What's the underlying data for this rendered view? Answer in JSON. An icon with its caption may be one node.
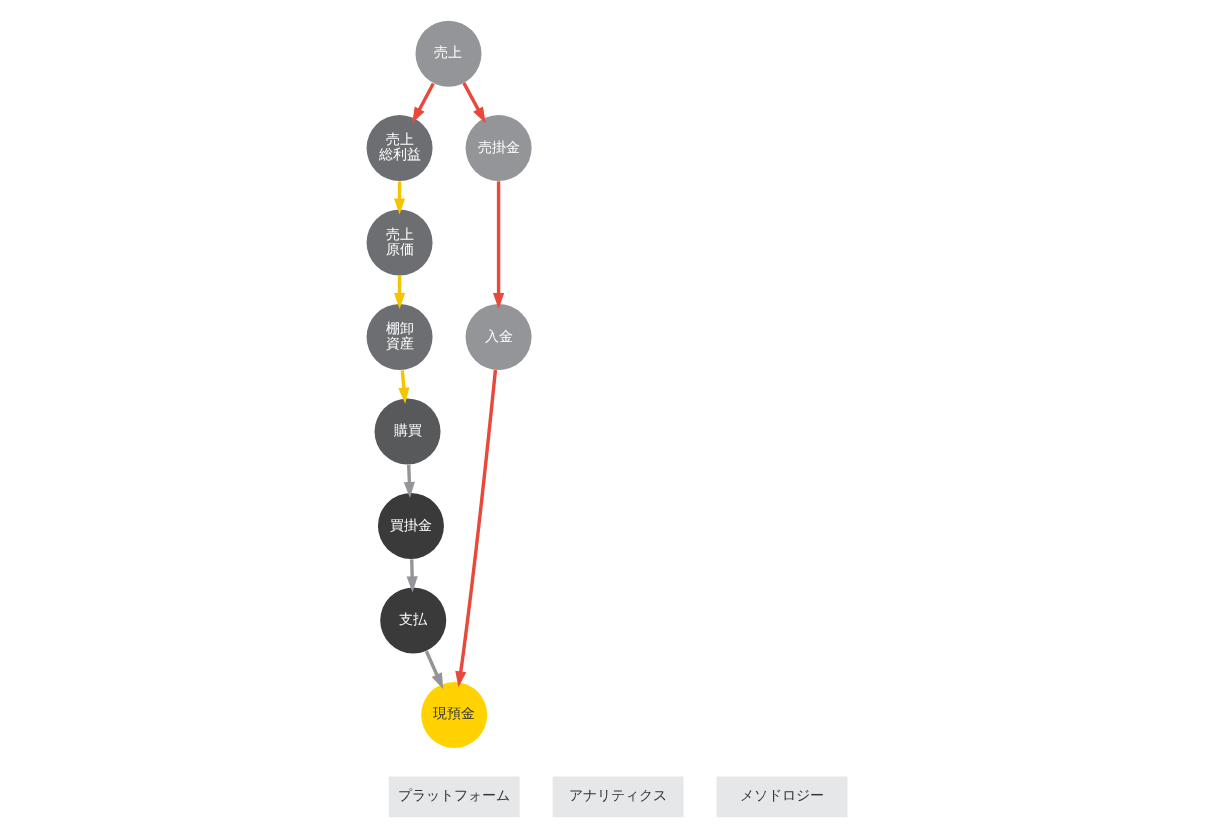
{
  "diagram": {
    "nodes": [
      {
        "text": [
          "売上"
        ]
      },
      {
        "text": [
          "売上総利益"
        ]
      },
      {
        "text": [
          "売掛金"
        ]
      },
      {
        "text": [
          "入金"
        ]
      },
      {
        "text": [
          "売上原価"
        ]
      },
      {
        "text": [
          "棚卸資産"
        ]
      },
      {
        "text": [
          "購買"
        ]
      },
      {
        "text": [
          "買掛金"
        ]
      },
      {
        "text": [
          "支払"
        ]
      },
      {
        "text": [
          "現預金"
        ]
      },
      {
        "text": [
          "プラットフォーム"
        ]
      },
      {
        "text": [
          "アナリティクス"
        ]
      },
      {
        "text": [
          "メソドロジー"
        ]
      }
    ],
    "edges": [
      {
        "from": 0,
        "to": 1,
        "arrow": "to",
        "color": "#e8493a"
      },
      {
        "from": 0,
        "to": 2,
        "arrow": "to",
        "color": "#e8493a"
      },
      {
        "from": 2,
        "to": 3,
        "arrow": "to",
        "color": "#e8493a"
      },
      {
        "from": 3,
        "to": 9,
        "arrow": "to",
        "color": "#e8493a"
      },
      {
        "from": 1,
        "to": 4,
        "arrow": "to",
        "color": "#f5c400"
      },
      {
        "from": 4,
        "to": 5,
        "arrow": "to",
        "color": "#f5c400"
      },
      {
        "from": 5,
        "to": 6,
        "arrow": "to",
        "color": "#f5c400"
      },
      {
        "from": 6,
        "to": 7,
        "arrow": "to",
        "color": "#939598"
      },
      {
        "from": 7,
        "to": 8,
        "arrow": "to",
        "color": "#939598"
      },
      {
        "from": 8,
        "to": 9,
        "arrow": "to",
        "color": "#939598"
      }
    ]
  }
}
